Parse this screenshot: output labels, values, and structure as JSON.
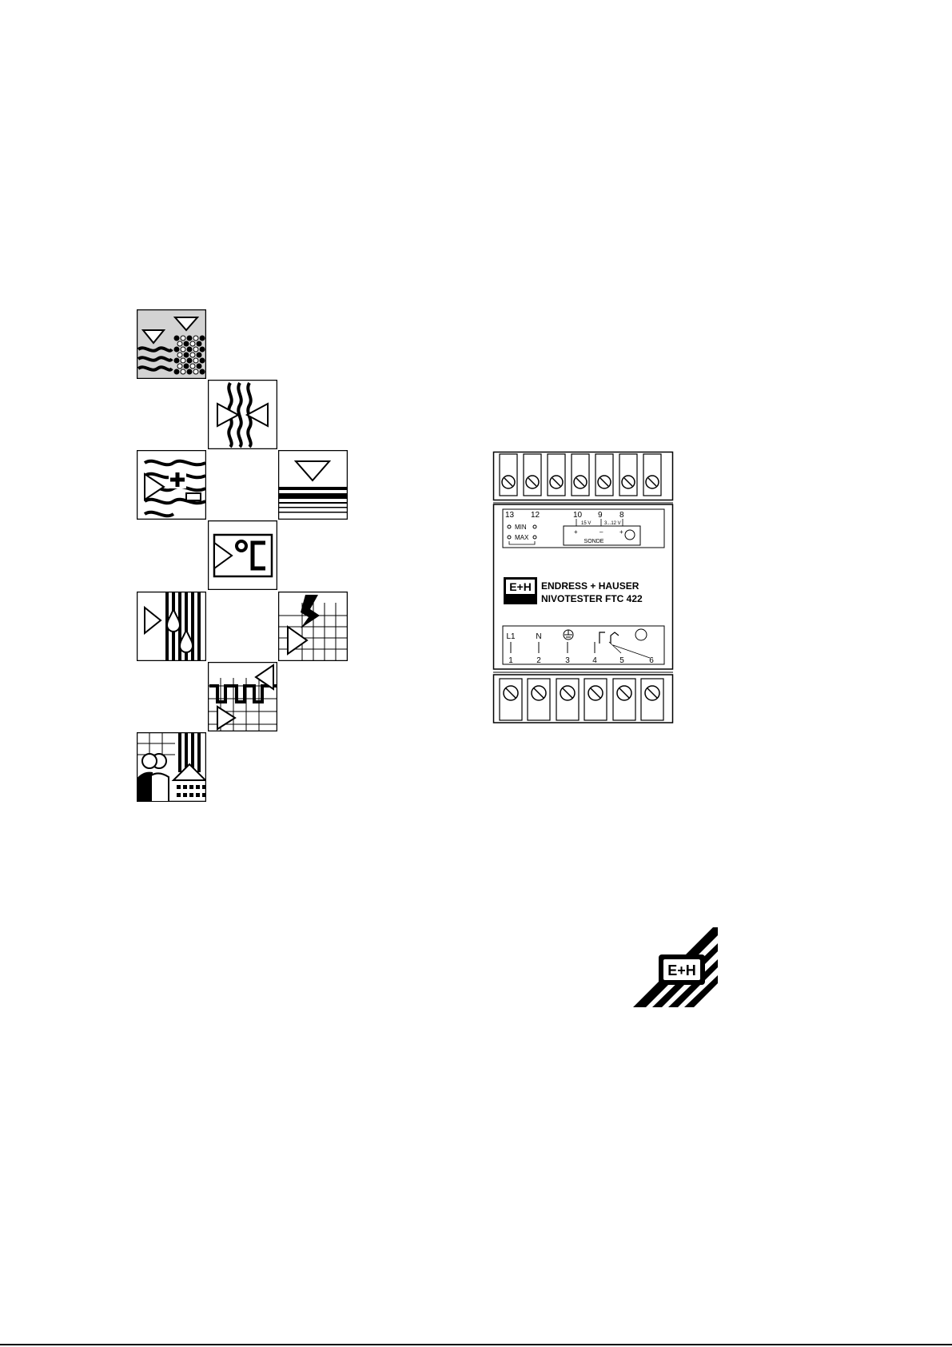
{
  "device": {
    "brand_line": "ENDRESS + HAUSER",
    "model_line": "NIVOTESTER FTC 422",
    "logo_text": "E+H",
    "top_terminals": {
      "t13": "13",
      "t12": "12",
      "t10": "10",
      "t9": "9",
      "t8": "8"
    },
    "min_label": "MIN",
    "max_label": "MAX",
    "volt_15": "15 V",
    "volt_3_12": "3...12 V",
    "plus_label": "+",
    "minus_label": "–",
    "sonde_label": "SONDE",
    "bottom_labels": {
      "l1": "L1",
      "n": "N"
    },
    "bottom_numbers": [
      "1",
      "2",
      "3",
      "4",
      "5",
      "6"
    ],
    "ground_icon": "earth-ground-icon",
    "relay_icon": "relay-contact-icon",
    "led_icon": "led-indicator-icon"
  },
  "tiles": [
    {
      "icon": "liquid-and-solid-level-icon",
      "background": "#d3d3d3"
    },
    {
      "icon": "interface-wave-icon",
      "background": "#ffffff"
    },
    {
      "icon": "conductive-liquid-icon",
      "background": "#ffffff"
    },
    {
      "icon": "limit-level-icon",
      "background": "#ffffff"
    },
    {
      "icon": "temperature-celsius-icon",
      "background": "#ffffff"
    },
    {
      "icon": "flow-drops-icon",
      "background": "#ffffff"
    },
    {
      "icon": "pressure-wall-icon",
      "background": "#ffffff"
    },
    {
      "icon": "signal-transmission-icon",
      "background": "#ffffff"
    },
    {
      "icon": "building-people-icon",
      "background": "#ffffff"
    }
  ],
  "logo": {
    "text": "E+H",
    "icon": "endress-hauser-logo-icon"
  },
  "colors": {
    "ink": "#000000",
    "tile_gray": "#d3d3d3",
    "page": "#ffffff"
  }
}
